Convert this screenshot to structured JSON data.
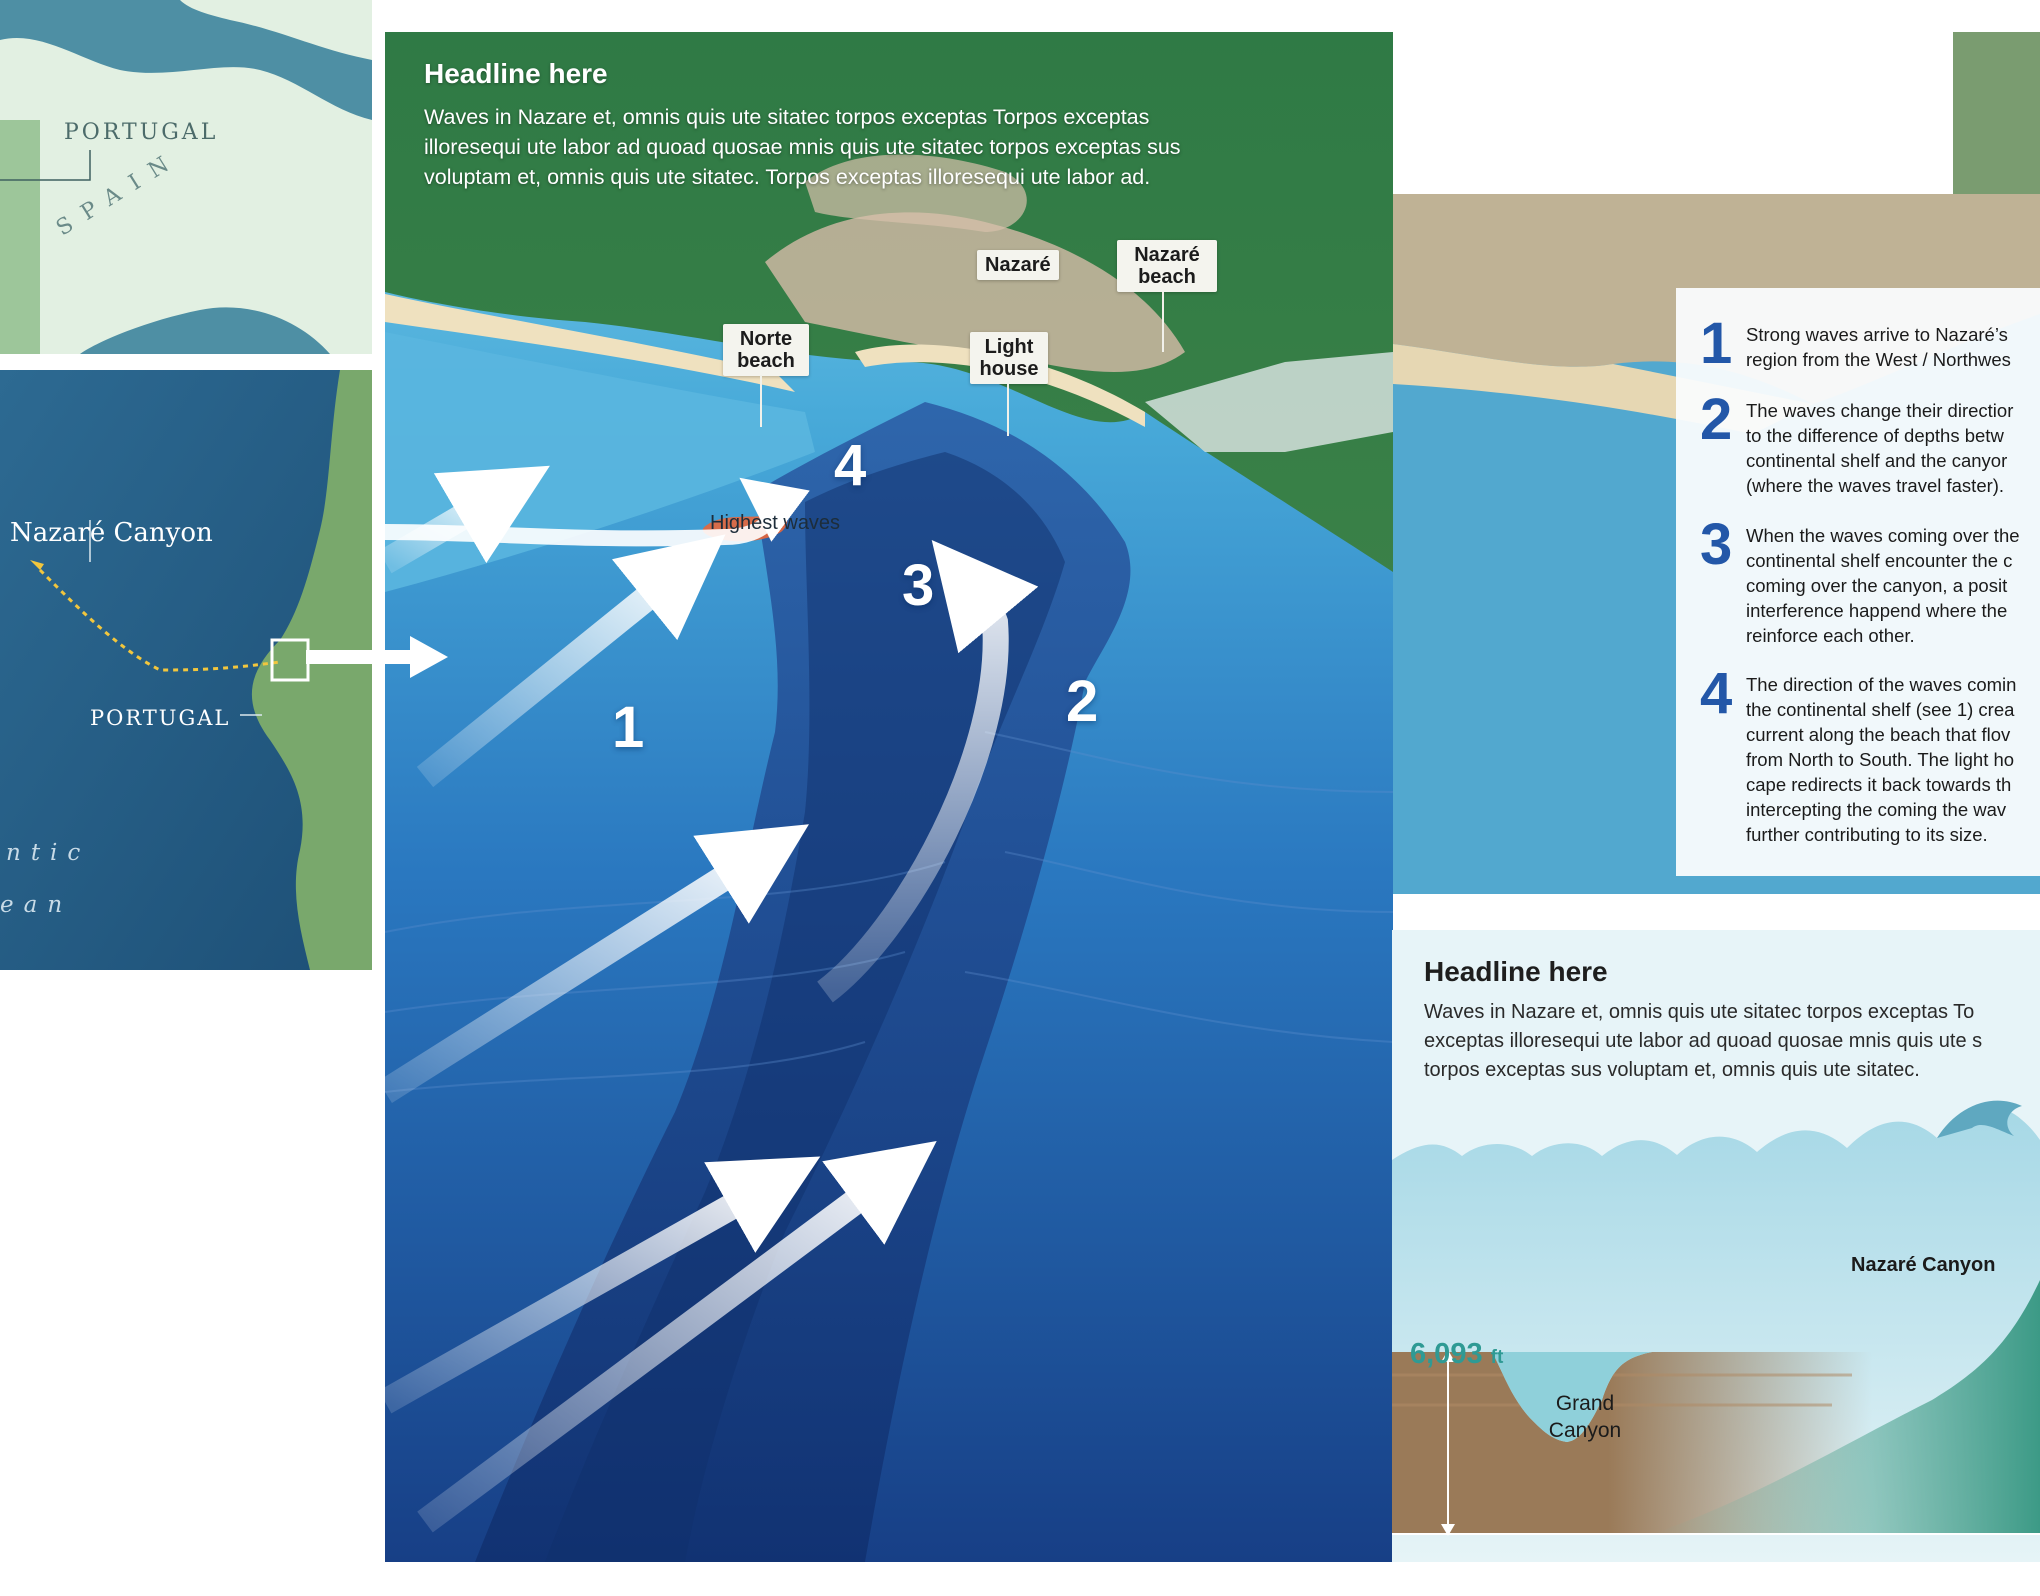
{
  "main": {
    "headline": "Headline here",
    "body": "Waves in Nazare et, omnis quis ute sitatec torpos exceptas Torpos exceptas illoresequi ute labor ad quoad quosae mnis quis ute sitatec torpos exceptas sus voluptam et, omnis quis ute sitatec. Torpos exceptas illoresequi ute labor ad.",
    "places": {
      "nazare": "Nazaré",
      "nazare_beach": "Nazaré beach",
      "norte_beach": "Norte beach",
      "lighthouse": "Light house"
    },
    "highest_waves": "Highest waves",
    "steps_on_map": [
      "1",
      "2",
      "3",
      "4"
    ]
  },
  "inset_top": {
    "portugal": "PORTUGAL",
    "spain": "SPAIN"
  },
  "inset_bottom": {
    "canyon": "Nazaré Canyon",
    "portugal": "PORTUGAL",
    "ocean_line1": "ntic",
    "ocean_line2": "ean"
  },
  "steps": [
    {
      "num": "1",
      "lines": [
        "Strong waves arrive to Nazaré’s",
        "region from the West / Northwes"
      ]
    },
    {
      "num": "2",
      "lines": [
        "The waves change their directior",
        "to the difference of depths betw",
        "continental shelf and the canyor",
        "(where the waves travel faster)."
      ]
    },
    {
      "num": "3",
      "lines": [
        "When the waves coming over the",
        "continental shelf encounter the c",
        "coming over the canyon, a posit",
        "interference happend where the",
        "reinforce each other."
      ]
    },
    {
      "num": "4",
      "lines": [
        "The direction of the waves comin",
        "the continental shelf (see 1) crea",
        "current along the beach that flov",
        "from North to South. The light ho",
        "cape redirects it back towards th",
        "intercepting the coming the wav",
        "further contributing to its size."
      ]
    }
  ],
  "compare": {
    "headline": "Headline here",
    "body_lines": [
      "Waves in Nazare et, omnis quis ute sitatec torpos exceptas To",
      "exceptas illoresequi ute labor ad quoad quosae mnis quis ute s",
      "torpos exceptas sus voluptam et, omnis quis ute sitatec."
    ],
    "depth_value": "6,093",
    "depth_unit": "ft",
    "grand_canyon": "Grand Canyon",
    "nazare_canyon": "Nazaré Canyon"
  },
  "colors": {
    "accent_blue": "#2357a8",
    "wave_red": "#e8663b",
    "depth_teal": "#2f9a94",
    "ocean_deep": "#17498c"
  }
}
